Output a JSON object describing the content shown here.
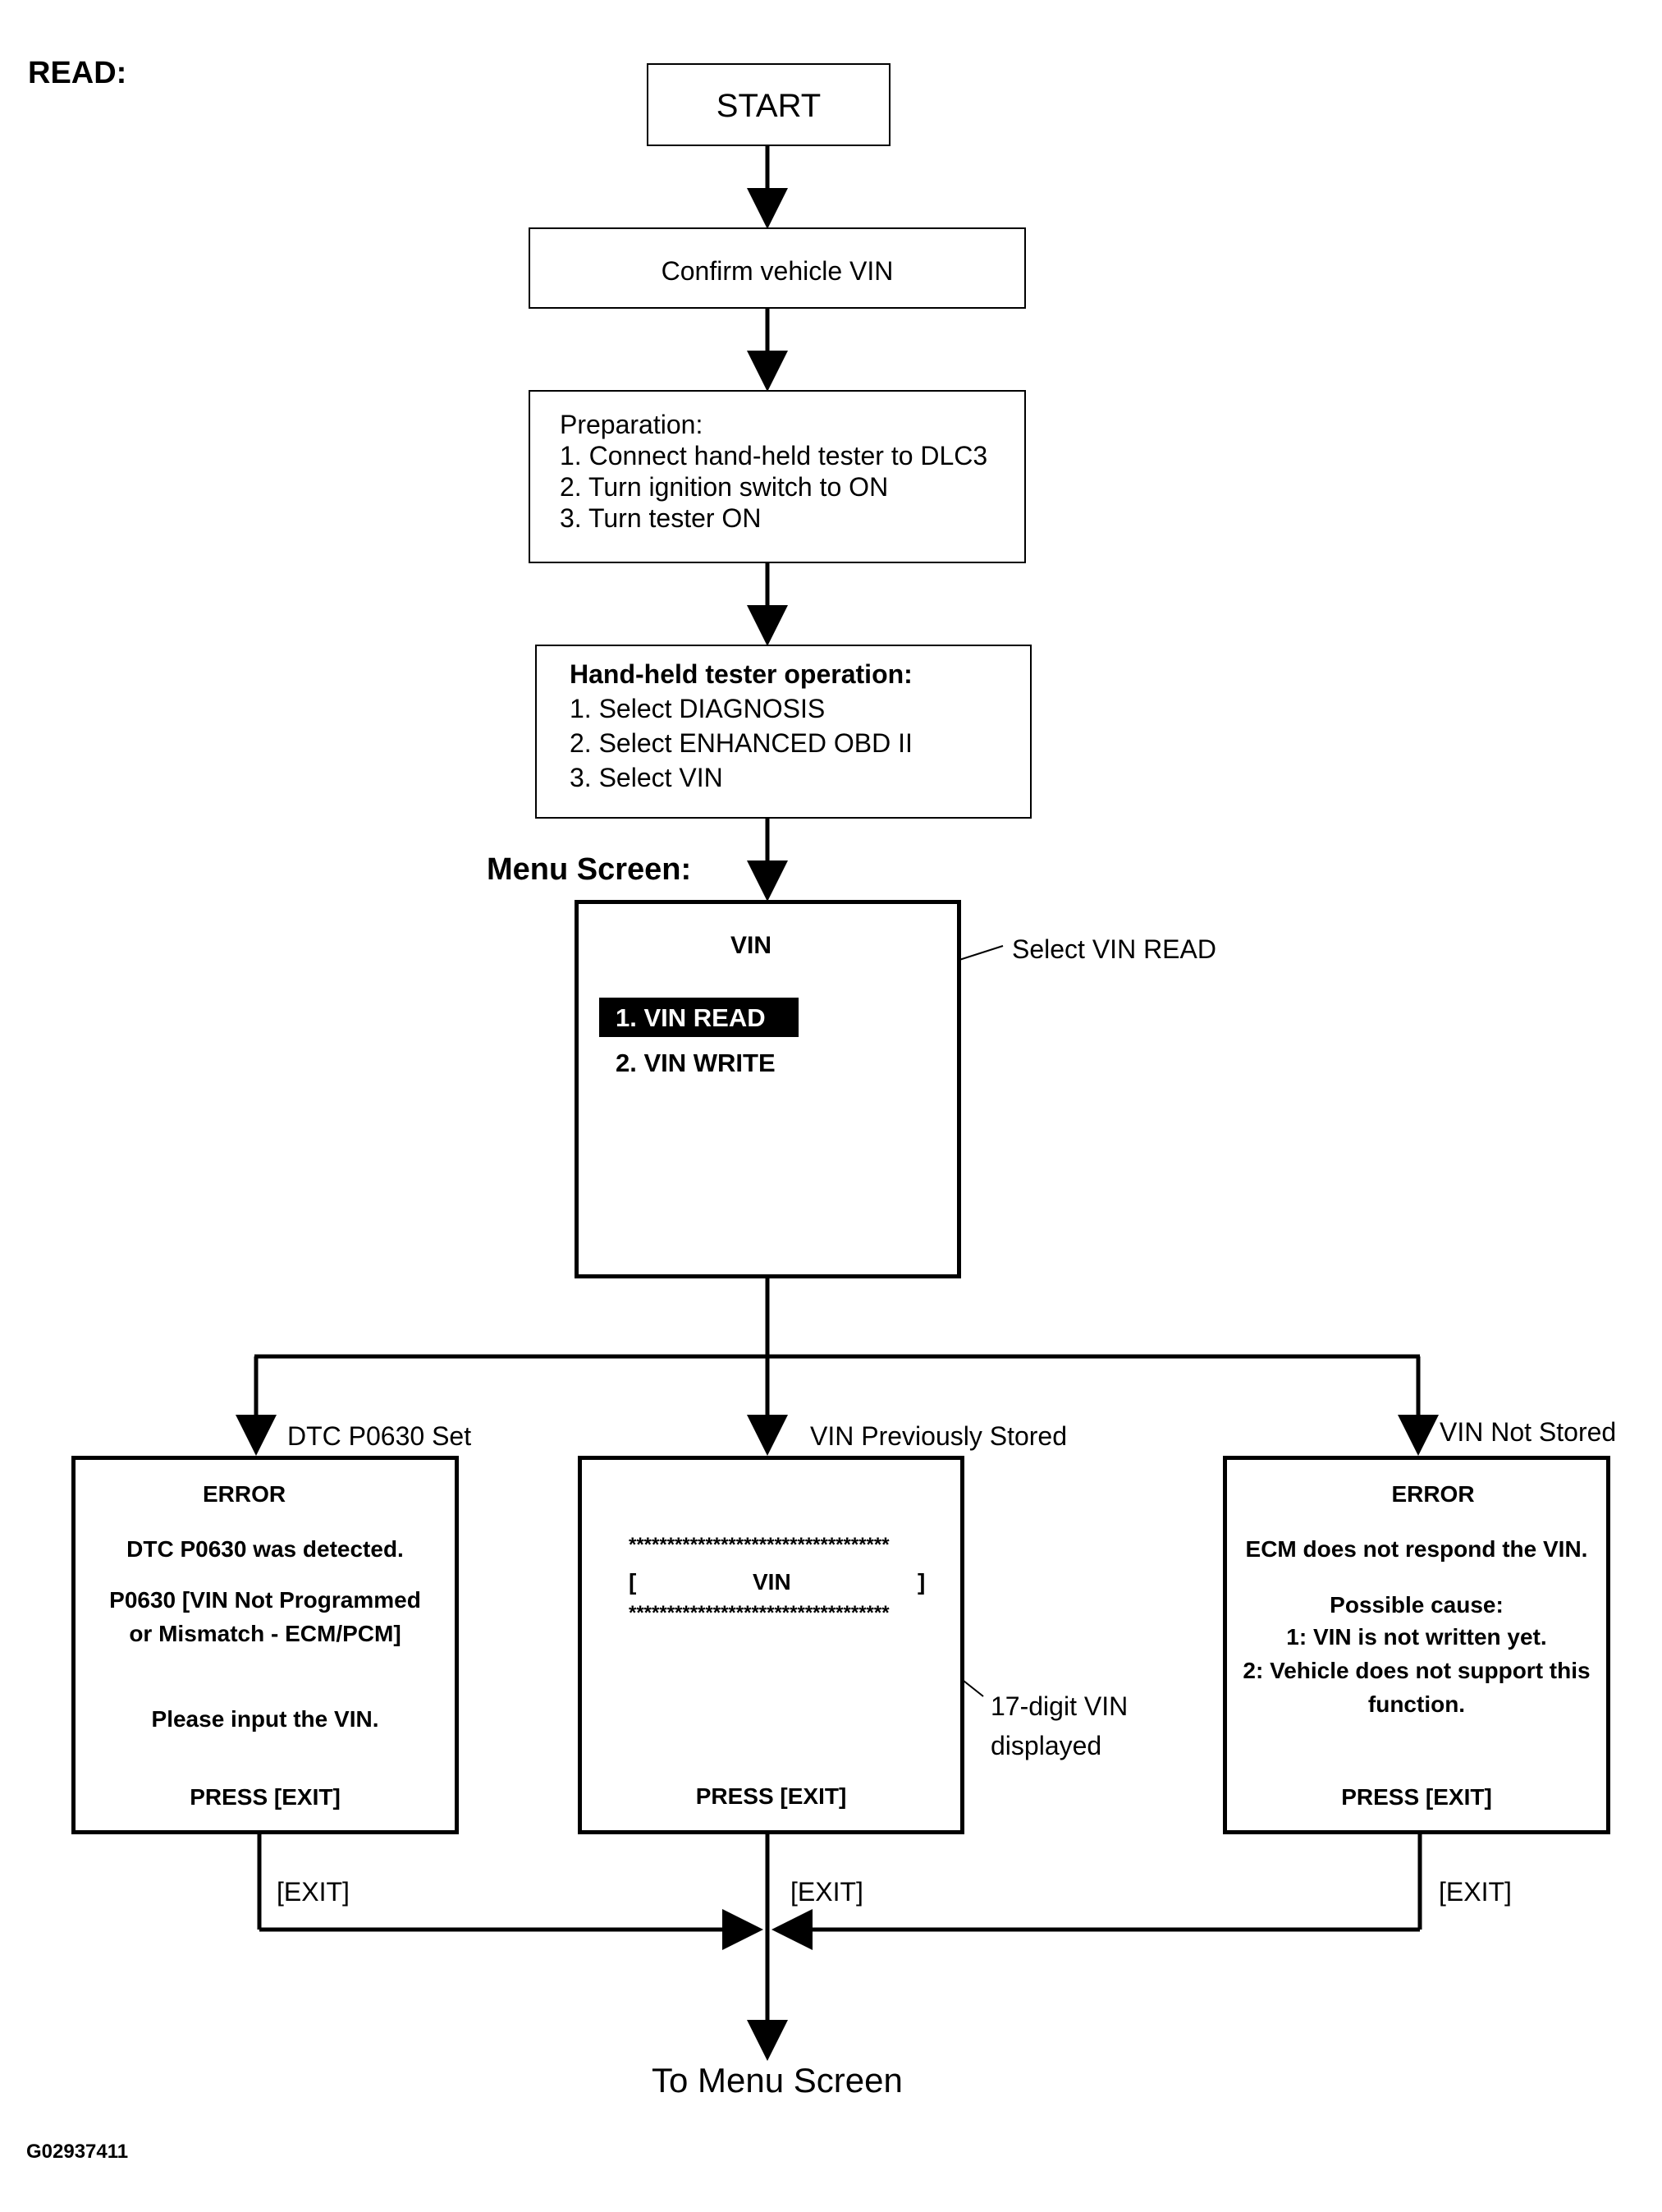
{
  "header": {
    "section_label": "READ:"
  },
  "steps": {
    "start": "START",
    "confirm": "Confirm vehicle VIN",
    "preparation": {
      "title": "Preparation:",
      "items": [
        "1. Connect hand-held tester to DLC3",
        "2. Turn ignition switch to ON",
        "3. Turn tester ON"
      ]
    },
    "tester_operation": {
      "title": "Hand-held tester operation:",
      "items": [
        "1. Select DIAGNOSIS",
        "2. Select ENHANCED OBD II",
        "3. Select VIN"
      ]
    }
  },
  "menu_screen": {
    "label": "Menu Screen:",
    "title": "VIN",
    "options": [
      "1. VIN READ",
      "2. VIN WRITE"
    ],
    "callout": "Select VIN READ"
  },
  "branches": {
    "left": {
      "condition": "DTC P0630 Set",
      "title": "ERROR",
      "line1": "DTC P0630 was detected.",
      "line2": "P0630  [VIN Not Programmed",
      "line3": "or Mismatch - ECM/PCM]",
      "line4": "Please input the VIN.",
      "press": "PRESS [EXIT]",
      "exit": "[EXIT]"
    },
    "middle": {
      "condition": "VIN Previously Stored",
      "stars": "**********************************",
      "bracket_open": "[",
      "vin": "VIN",
      "bracket_close": "]",
      "callout_line1": "17-digit  VIN",
      "callout_line2": "displayed",
      "press": "PRESS [EXIT]",
      "exit": "[EXIT]"
    },
    "right": {
      "condition": "VIN Not Stored",
      "title": "ERROR",
      "line1": "ECM does not respond the VIN.",
      "cause_title": "Possible cause:",
      "cause1": "1: VIN is not written yet.",
      "cause2": "2: Vehicle does not support this",
      "cause3": "function.",
      "press": "PRESS [EXIT]",
      "exit": "[EXIT]"
    }
  },
  "end": "To Menu Screen",
  "figure_id": "G02937411"
}
